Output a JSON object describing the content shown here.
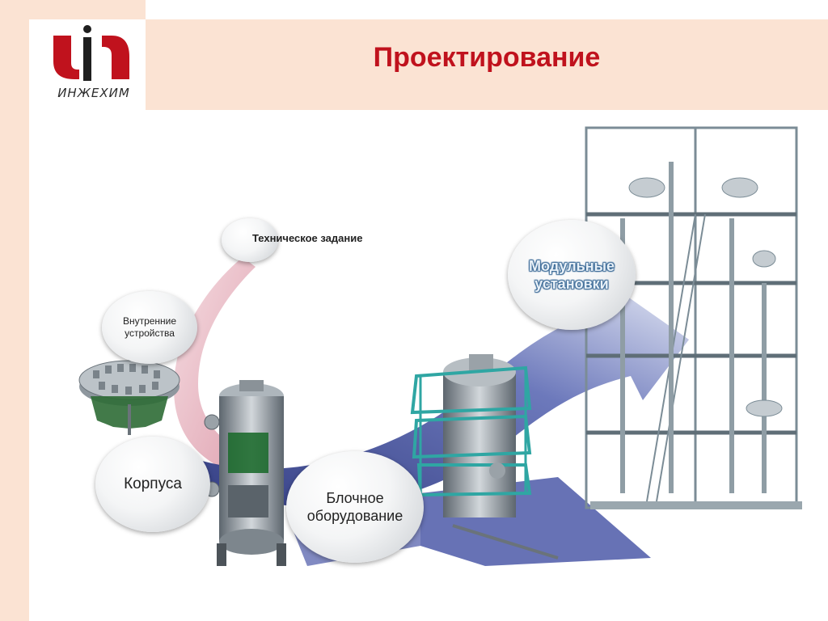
{
  "header": {
    "title": "Проектирование",
    "logo_text": "ИНЖЕХИМ"
  },
  "diagram": {
    "stages": [
      {
        "label": "Техническое задание"
      },
      {
        "label": "Внутренние устройства"
      },
      {
        "label": "Корпуса"
      },
      {
        "label": "Блочное оборудование"
      },
      {
        "label": "Модульные установки"
      }
    ]
  },
  "colors": {
    "brand_red": "#c0121d",
    "header_bg": "#fbe3d3",
    "arrow_pink": "#e8b4bf",
    "arrow_blue": "#3c4e9e",
    "structure_gray": "#7b8c96",
    "platform_teal": "#2fa6a3"
  }
}
